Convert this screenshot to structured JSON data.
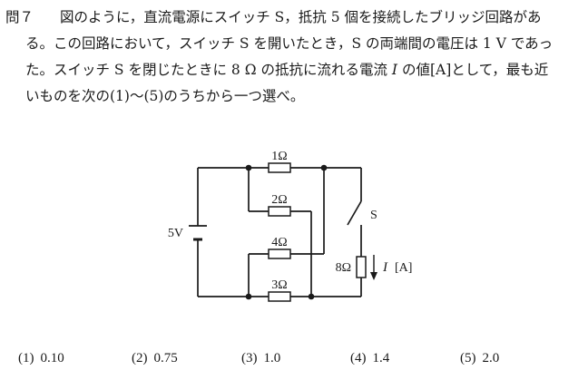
{
  "question": {
    "number": "問７",
    "line1": "図のように，直流電源にスイッチ S，抵抗 5 個を接続したブリッジ回路があ",
    "line2": "る。この回路において，スイッチ S を開いたとき，S の両端間の電圧は 1 V であっ",
    "line3_a": "た。スイッチ S を閉じたときに 8 Ω の抵抗に流れる電流 ",
    "line3_var": "I",
    "line3_b": " の値[A]として，最も近",
    "line4": "いものを次の(1)～(5)のうちから一つ選べ。"
  },
  "circuit": {
    "resistor_top": "1Ω",
    "resistor_upper_mid": "2Ω",
    "resistor_lower_mid": "4Ω",
    "resistor_bottom": "3Ω",
    "resistor_right": "8Ω",
    "source": "5V",
    "switch": "S",
    "current_var": "I",
    "current_unit": "[A]"
  },
  "choices": [
    {
      "num": "(1)",
      "value": "0.10"
    },
    {
      "num": "(2)",
      "value": "0.75"
    },
    {
      "num": "(3)",
      "value": "1.0"
    },
    {
      "num": "(4)",
      "value": "1.4"
    },
    {
      "num": "(5)",
      "value": "2.0"
    }
  ]
}
